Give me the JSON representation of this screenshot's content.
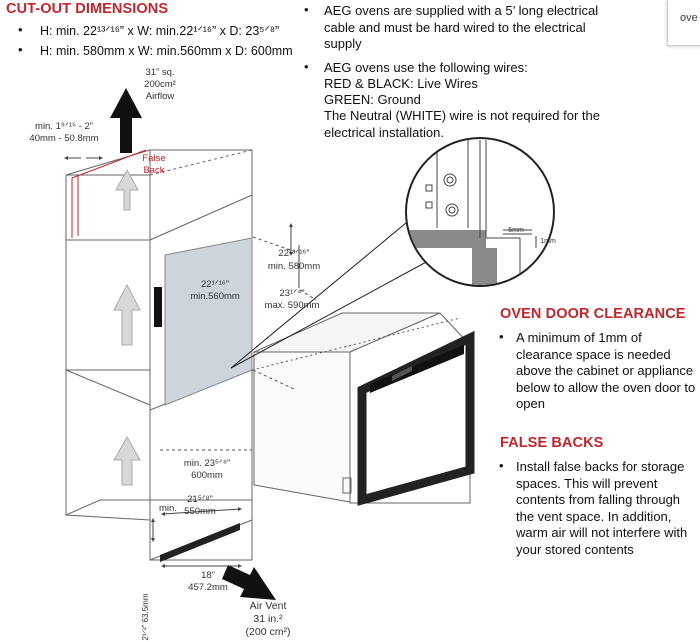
{
  "cutout": {
    "heading": "CUT-OUT DIMENSIONS",
    "inch_line": "H: min. 22¹³ᐟ¹⁶” x W: min.22¹ᐟ¹⁶” x D: 23⁵ᐟ⁸”",
    "mm_line": "H: min. 580mm x W: min.560mm x D: 600mm"
  },
  "notes": {
    "supply_text": "AEG ovens are supplied with a 5’ long electrical cable and must be hard wired to the electrical supply",
    "wires_title": "AEG ovens use the following wires:",
    "wire_live": "RED & BLACK: Live Wires",
    "wire_ground": "GREEN: Ground",
    "wire_neutral": "The Neutral (WHITE) wire is not required for the electrical installation."
  },
  "door_clearance": {
    "heading": "OVEN DOOR CLEARANCE",
    "text": "A minimum of 1mm of clearance space is needed above the cabinet or appliance below to allow the oven door to open"
  },
  "false_backs": {
    "heading": "FALSE BACKS",
    "text": "Install false backs for storage spaces. This will prevent contents from falling through the vent space. In addition, warm air will not interfere with your stored contents"
  },
  "tab": {
    "label": "ove"
  },
  "diagram": {
    "airflow_top": [
      "31” sq.",
      "200cm²",
      "Airflow"
    ],
    "gap_label": [
      "min. 1⁹ᐟ¹⁶ - 2”",
      "40mm - 50.8mm"
    ],
    "false_back": [
      "False",
      "Back"
    ],
    "height_label": [
      "22¹³ᐟ¹⁶”",
      "min. 580mm"
    ],
    "width_label": [
      "22¹ᐟ¹⁶”",
      "min.560mm"
    ],
    "max_label": [
      "23¹ᐟ⁴”",
      "max. 590mm"
    ],
    "depth_label": [
      "min. 23⁵ᐟ⁸”",
      "600mm"
    ],
    "plinth_label": [
      "21⁵ᐟ⁸”",
      "550mm"
    ],
    "plinth_min": "min.",
    "base_label": [
      "18”",
      "457.2mm"
    ],
    "side_label": "2¹ᐟ²” 63.5mm",
    "air_vent": [
      "Air Vent",
      "31 in.²",
      "(200 cm²)"
    ],
    "detail_5mm": "5mm",
    "detail_1mm": "1mm"
  },
  "colors": {
    "heading_red": "#c0262d",
    "glass": "#ccd4dc",
    "false_back_red": "#c0262d"
  }
}
